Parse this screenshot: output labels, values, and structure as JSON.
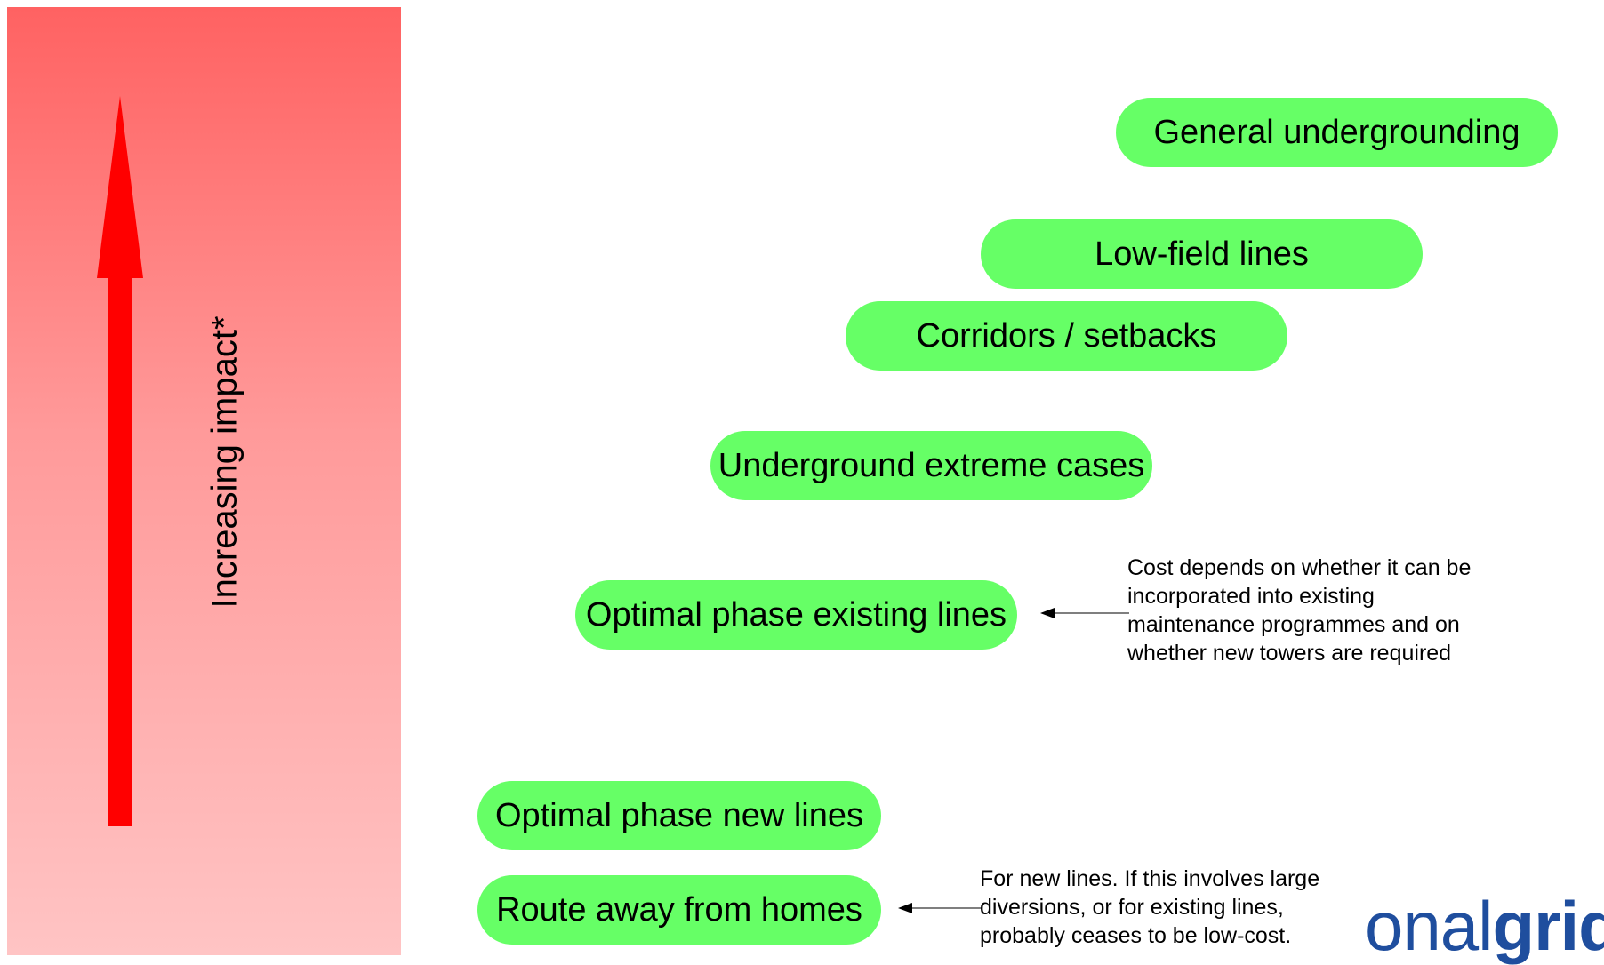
{
  "axis": {
    "label": "Increasing impact*"
  },
  "options": [
    {
      "id": "general-undergrounding",
      "label": "General undergrounding"
    },
    {
      "id": "low-field-lines",
      "label": "Low-field lines"
    },
    {
      "id": "corridors-setbacks",
      "label": "Corridors / setbacks"
    },
    {
      "id": "underground-extreme-cases",
      "label": "Underground extreme cases"
    },
    {
      "id": "optimal-phase-existing-lines",
      "label": "Optimal phase existing lines"
    },
    {
      "id": "optimal-phase-new-lines",
      "label": "Optimal phase new lines"
    },
    {
      "id": "route-away-from-homes",
      "label": "Route away from homes"
    }
  ],
  "notes": {
    "existing_lines": [
      "Cost depends on whether it can be",
      "incorporated into existing",
      "maintenance programmes and on",
      "whether new towers are required"
    ],
    "route_away": [
      "For new lines.  If this involves large",
      "diversions, or for existing lines,",
      "probably ceases to be low-cost."
    ]
  },
  "logo": {
    "light": "onal",
    "bold": "grid"
  },
  "colors": {
    "pill": "#66ff66",
    "arrow": "#ff0000",
    "panel_top": "#ff6262",
    "panel_bottom": "#ffc4c4",
    "logo": "#1f4e9e"
  }
}
